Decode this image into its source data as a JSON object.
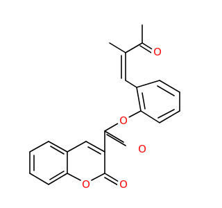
{
  "structure": {
    "atoms": [
      {
        "id": "o-ketone",
        "label": "O",
        "color": "#ff0d0d"
      },
      {
        "id": "o-ester-link",
        "label": "O",
        "color": "#ff0d0d"
      },
      {
        "id": "o-ester-carbonyl",
        "label": "O",
        "color": "#ff0d0d"
      },
      {
        "id": "o-ring",
        "label": "O",
        "color": "#ff0d0d"
      },
      {
        "id": "o-lactone",
        "label": "O",
        "color": "#ff0d0d"
      }
    ]
  }
}
